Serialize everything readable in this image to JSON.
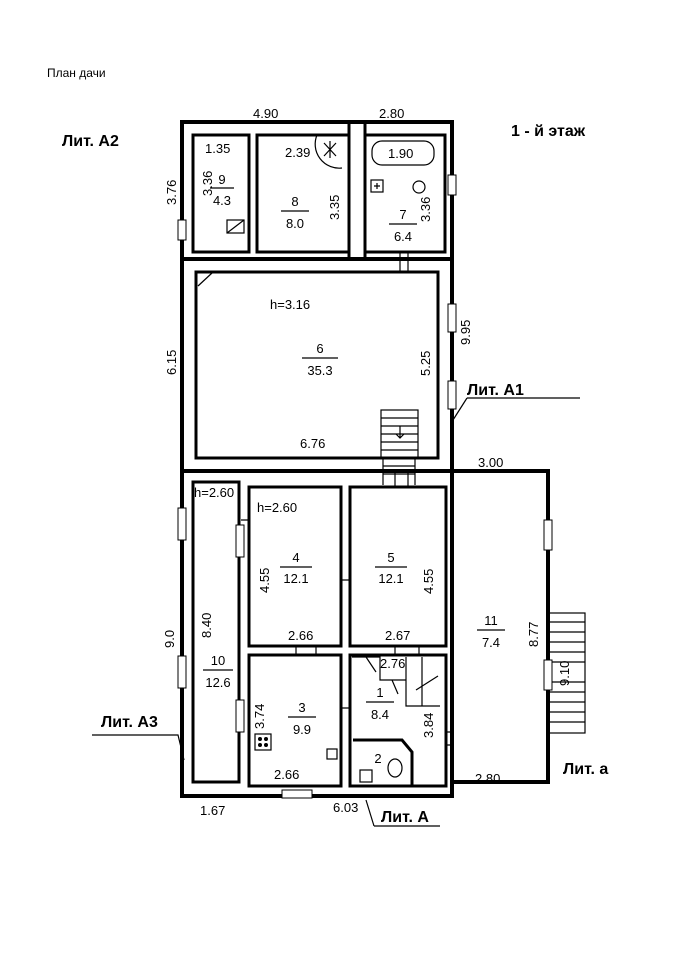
{
  "caption": "План дачи",
  "floor": "1 - й этаж",
  "labels": {
    "a2": "Лит. А2",
    "a1": "Лит. А1",
    "a3": "Лит. А3",
    "a": "Лит. А",
    "a_small": "Лит. а"
  },
  "dims": {
    "top_left": "4.90",
    "top_right": "2.80",
    "left_upper": "3.76",
    "left_mid": "6.15",
    "right_mid": "9.95",
    "inner_525": "5.25",
    "inner_676": "6.76",
    "top_300": "3.00",
    "r11_right": "8.77",
    "ext_910": "9.10",
    "left_90": "9.0",
    "r10_840": "8.40",
    "r4_455": "4.55",
    "r5_455": "4.55",
    "r4_266": "2.66",
    "r5_267": "2.67",
    "r1_276": "2.76",
    "r3_374": "3.74",
    "r1_384": "3.84",
    "r3_266": "2.66",
    "r11_280": "2.80",
    "bottom_167": "1.67",
    "bottom_603": "6.03",
    "r9_135": "1.35",
    "r9_336": "3.36",
    "r8_239": "2.39",
    "r8_335": "3.35",
    "r7_190": "1.90",
    "r7_336": "3.36"
  },
  "heights": {
    "h6": "h=3.16",
    "h10": "h=2.60",
    "h4": "h=2.60"
  },
  "rooms": [
    {
      "id": "r9",
      "num": "9",
      "area": "4.3"
    },
    {
      "id": "r8",
      "num": "8",
      "area": "8.0"
    },
    {
      "id": "r7",
      "num": "7",
      "area": "6.4"
    },
    {
      "id": "r6",
      "num": "6",
      "area": "35.3"
    },
    {
      "id": "r4",
      "num": "4",
      "area": "12.1"
    },
    {
      "id": "r5",
      "num": "5",
      "area": "12.1"
    },
    {
      "id": "r11",
      "num": "11",
      "area": "7.4"
    },
    {
      "id": "r10",
      "num": "10",
      "area": "12.6"
    },
    {
      "id": "r3",
      "num": "3",
      "area": "9.9"
    },
    {
      "id": "r1",
      "num": "1",
      "area": "8.4"
    },
    {
      "id": "r2",
      "num": "2",
      "area": ""
    }
  ]
}
